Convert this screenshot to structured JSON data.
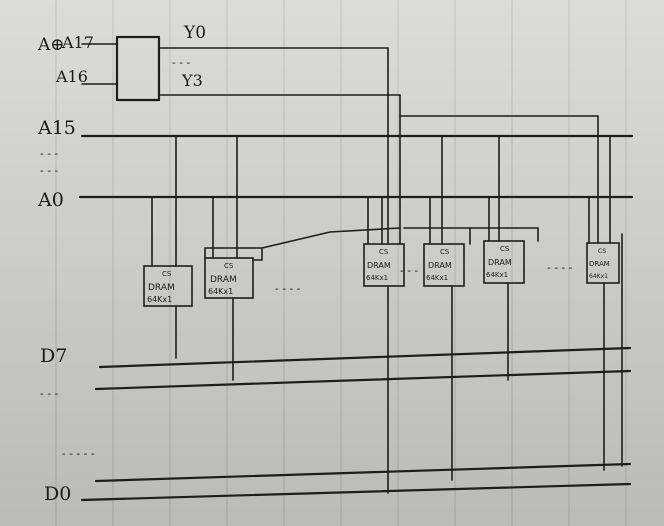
{
  "decoder": {
    "inputs": [
      "A17",
      "A16"
    ],
    "input_prefix_glyph": "A⊕",
    "outputs": [
      "Y0",
      "Y3"
    ],
    "output_ellipsis": "- - -"
  },
  "address_bus": {
    "high_label": "A15",
    "ellipsis": "- - -\n- - -",
    "low_label": "A0"
  },
  "chip": {
    "cs_label": "CS",
    "type_label": "DRAM",
    "size_label": "64Kx1"
  },
  "chip_ellipses": [
    "- - - -",
    "- - -",
    "- - - -"
  ],
  "data_bus": {
    "high_label": "D7",
    "ellipsis_1": "- - -",
    "ellipsis_2": "- - - - -",
    "low_label": "D0"
  },
  "colors": {
    "ink": "#1d1d1d",
    "paper": "#d6d4cf",
    "ruling": "#b9b6b0"
  }
}
